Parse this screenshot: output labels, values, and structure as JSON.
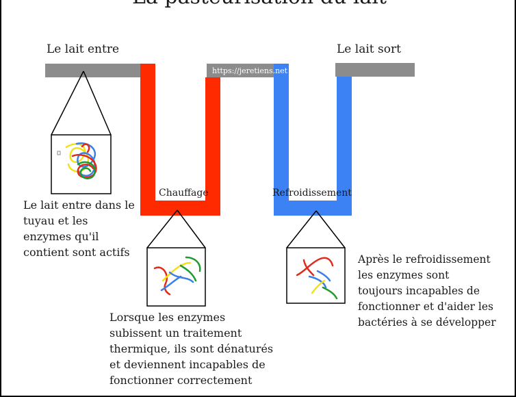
{
  "title": "La pasteurisation du lait",
  "watermark": "https://jeretiens.net",
  "labels": {
    "in": "Le lait entre",
    "out": "Le lait sort",
    "heating": "Chauffage",
    "cooling": "Refroidissement"
  },
  "descriptions": {
    "in": [
      "Le lait entre dans le",
      "tuyau et les",
      "enzymes qu'il",
      "contient sont actifs"
    ],
    "heating": [
      "Lorsque les enzymes",
      "subissent un traitement",
      "thermique, ils sont dénaturés",
      "et deviennent incapables de",
      "fonctionner correctement"
    ],
    "cooling": [
      "Après le refroidissement",
      "les enzymes sont",
      "toujours incapables de",
      "fonctionner et d'aider les",
      "bactéries à se développer"
    ]
  },
  "colors": {
    "pipe_gray": "#8c8c8c",
    "pipe_red": "#ff2a00",
    "pipe_blue": "#3d82f5",
    "enzyme_red": "#e02b1c",
    "enzyme_blue": "#3b80e6",
    "enzyme_yellow": "#f2e01a",
    "enzyme_green": "#1f9a2c"
  },
  "icons": [
    "active-enzymes-icon",
    "denatured-enzymes-icon"
  ]
}
